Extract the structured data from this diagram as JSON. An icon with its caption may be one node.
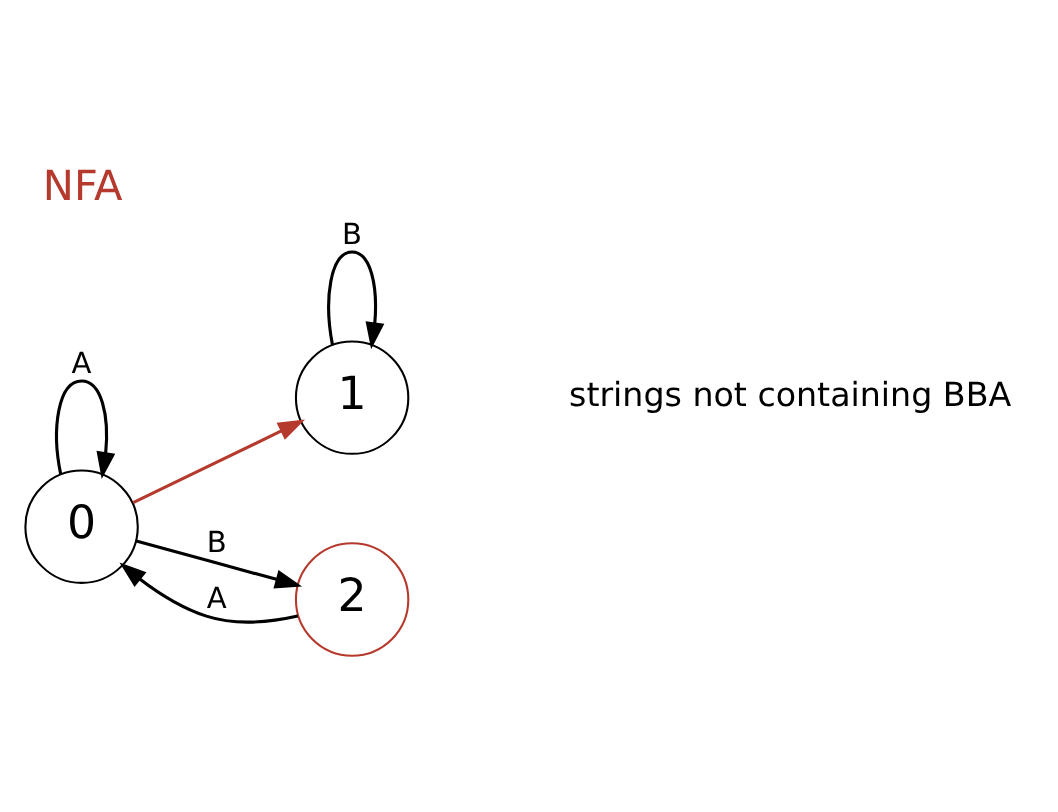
{
  "diagram": {
    "title": "NFA",
    "caption": "strings not containing BBA",
    "nodes": [
      {
        "text": [
          "0"
        ]
      },
      {
        "text": [
          "1"
        ]
      },
      {
        "text": [
          "2"
        ]
      }
    ],
    "edges": [
      {
        "from": 0,
        "to": 0,
        "arrow": "to",
        "label": "A"
      },
      {
        "from": 0,
        "to": 1,
        "arrow": "to",
        "color": "#b5392c"
      },
      {
        "from": 1,
        "to": 1,
        "arrow": "to",
        "label": "B"
      },
      {
        "from": 0,
        "to": 2,
        "arrow": "to",
        "label": "B"
      },
      {
        "from": 2,
        "to": 0,
        "arrow": "to",
        "label": "A"
      }
    ]
  }
}
